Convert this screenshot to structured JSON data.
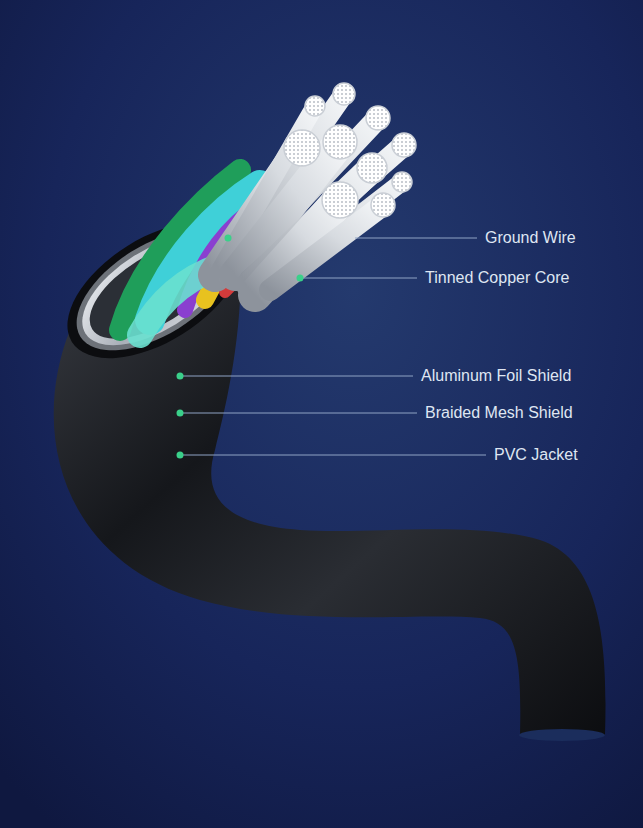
{
  "diagram": {
    "labels": [
      "Ground Wire",
      "Tinned Copper Core",
      "Aluminum Foil Shield",
      "Braided Mesh Shield",
      "PVC Jacket"
    ]
  }
}
